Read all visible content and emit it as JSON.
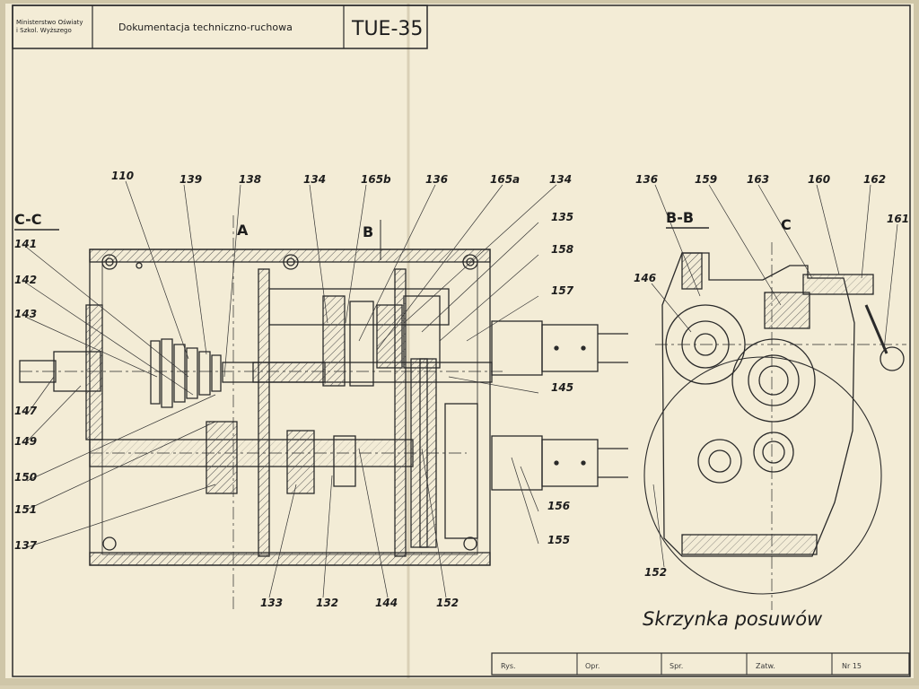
{
  "header": {
    "ministry_line1": "Ministerstwo Oświaty",
    "ministry_line2": "i Szkol. Wyższego",
    "doc_title": "Dokumentacja techniczno-ruchowa",
    "model": "TUE-35"
  },
  "sections": {
    "cc": "C-C",
    "bb": "B-B",
    "a": "A",
    "b": "B",
    "c": "C"
  },
  "parts": {
    "p110": "110",
    "p139": "139",
    "p138": "138",
    "p134a": "134",
    "p165b": "165b",
    "p136a": "136",
    "p165a": "165a",
    "p134b": "134",
    "p135": "135",
    "p158": "158",
    "p157": "157",
    "p145": "145",
    "p156": "156",
    "p155": "155",
    "p141": "141",
    "p142": "142",
    "p143": "143",
    "p147": "147",
    "p149": "149",
    "p150": "150",
    "p151": "151",
    "p137": "137",
    "p133": "133",
    "p132": "132",
    "p144": "144",
    "p152a": "152",
    "p136b": "136",
    "p159": "159",
    "p163": "163",
    "p160": "160",
    "p162": "162",
    "p161": "161",
    "p146": "146",
    "p152b": "152"
  },
  "caption": "Skrzynka posuwów",
  "title_block": {
    "rys": "Rys.",
    "opr": "Opr.",
    "spr": "Spr.",
    "zatw": "Zatw.",
    "nr": "Nr 15"
  },
  "colors": {
    "paper": "#f3ecd6",
    "ink": "#2a2a2a",
    "hatch": "#5a5a5a"
  }
}
